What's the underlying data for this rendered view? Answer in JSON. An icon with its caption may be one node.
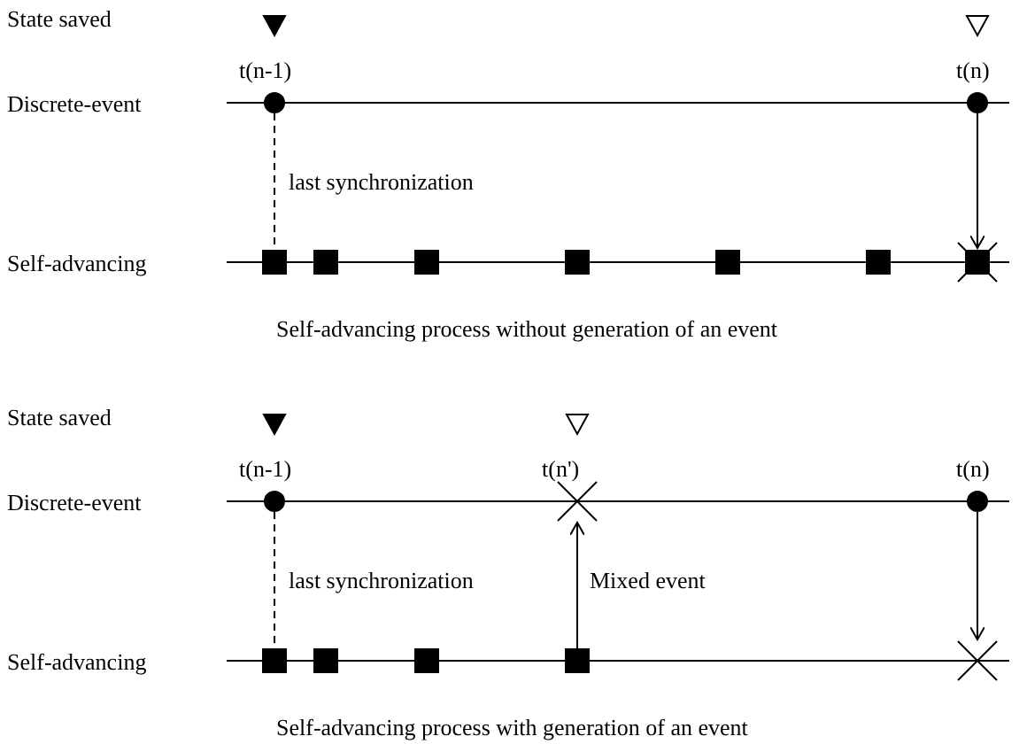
{
  "diagram": {
    "nodes": [
      {
        "text": [],
        "shape": "circle"
      },
      {
        "text": [],
        "shape": "circle"
      },
      {
        "text": [],
        "shape": "box"
      },
      {
        "text": [],
        "shape": "box"
      },
      {
        "text": [],
        "shape": "box"
      },
      {
        "text": [],
        "shape": "box"
      },
      {
        "text": [],
        "shape": "box"
      },
      {
        "text": [],
        "shape": "box"
      },
      {
        "text": [],
        "shape": "box"
      },
      {
        "text": [],
        "shape": "circle"
      },
      {
        "text": [],
        "shape": "cross"
      },
      {
        "text": [],
        "shape": "circle"
      },
      {
        "text": [],
        "shape": "box"
      },
      {
        "text": [],
        "shape": "box"
      },
      {
        "text": [],
        "shape": "box"
      },
      {
        "text": [],
        "shape": "box"
      },
      {
        "text": [],
        "shape": "cross"
      }
    ],
    "edges": [
      {
        "from": 0,
        "to": 2,
        "arrow": "none",
        "style": "dashed",
        "label": "last synchronization"
      },
      {
        "from": 1,
        "to": 8,
        "arrow": "to"
      },
      {
        "from": 9,
        "to": 12,
        "arrow": "none",
        "style": "dashed",
        "label": "last synchronization"
      },
      {
        "from": 15,
        "to": 10,
        "arrow": "to",
        "label": "Mixed event"
      },
      {
        "from": 11,
        "to": 16,
        "arrow": "to"
      }
    ],
    "labels": [
      "State saved",
      "t(n-1)",
      "t(n)",
      "Discrete-event",
      "Self-advancing",
      "Self-advancing process without generation of an event",
      "State saved",
      "t(n-1)",
      "t(n')",
      "t(n)",
      "Discrete-event",
      "Self-advancing",
      "Self-advancing process with generation of an event"
    ]
  }
}
